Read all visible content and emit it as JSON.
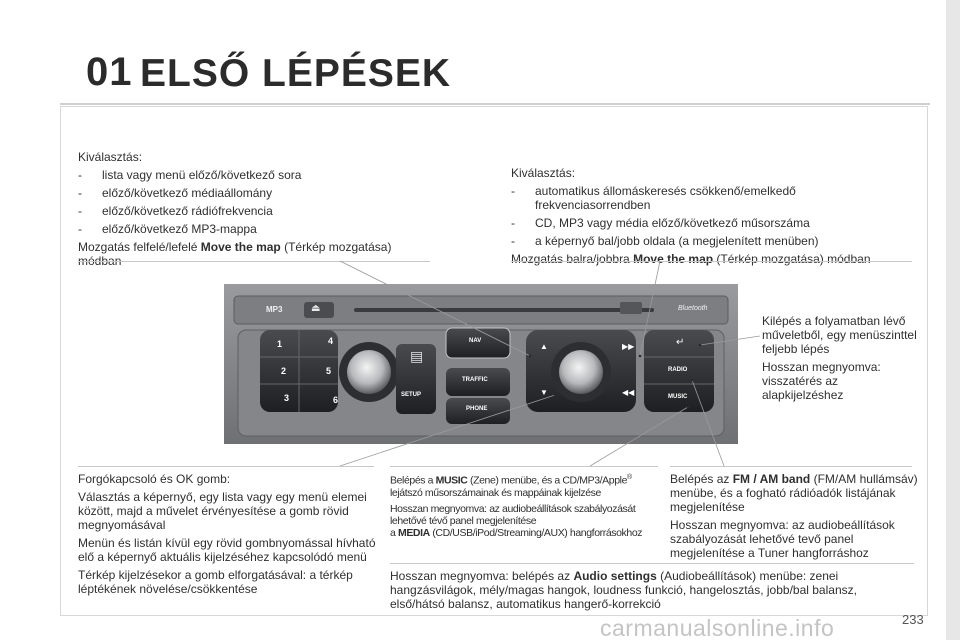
{
  "header": {
    "number": "01",
    "title": "ELSŐ LÉPÉSEK"
  },
  "box_top_left": {
    "intro": "Kiválasztás:",
    "items": [
      "lista vagy menü előző/következő sora",
      "előző/következő médiaállomány",
      "előző/következő rádiófrekvencia",
      "előző/következő MP3-mappa"
    ],
    "move_prefix": "Mozgatás felfelé/lefelé ",
    "move_bold": "Move the map",
    "move_suffix": " (Térkép mozgatása) módban"
  },
  "box_top_right": {
    "intro": "Kiválasztás:",
    "items": [
      "automatikus állomáskeresés csökkenő/emelkedő frekvenciasorrendben",
      "CD, MP3 vagy média előző/következő műsorszáma",
      "a képernyő bal/jobb oldala (a megjelenített menüben)"
    ],
    "move_prefix": "Mozgatás balra/jobbra ",
    "move_bold": "Move the map",
    "move_suffix": " (Térkép mozgatása) módban"
  },
  "box_right": {
    "p1": "Kilépés a folyamatban lévő műveletből, egy menüszinttel feljebb lépés",
    "p2": "Hosszan megnyomva: visszatérés az alapkijelzéshez"
  },
  "box_bottom_left": {
    "p1": "Forgókapcsoló és OK gomb:",
    "p2": "Választás a képernyő, egy lista vagy egy menü elemei között, majd a művelet érvényesítése a gomb rövid megnyomásával",
    "p3": "Menün és listán kívül egy rövid gombnyomással hívható elő a képernyő aktuális kijelzéséhez kapcsolódó menü",
    "p4": "Térkép kijelzésekor a gomb elforgatásával: a térkép léptékének növelése/csökkentése"
  },
  "box_bottom_mid": {
    "l1_prefix": "Belépés a ",
    "l1_bold": "MUSIC",
    "l1_suffix": " (Zene) menübe, és a CD/MP3/Apple",
    "l1_sup": "®",
    "l2": "lejátszó műsorszámainak és mappáinak kijelzése",
    "p2": "Hosszan megnyomva: az audiobeállítások szabályozását lehetővé tévő panel megjelenítése",
    "p2b_prefix": "a ",
    "p2b_bold": "MEDIA",
    "p2b_suffix": " (CD/USB/iPod/Streaming/AUX) hangforrásokhoz"
  },
  "box_bottom_right": {
    "p1_prefix": "Belépés az ",
    "p1_bold": "FM / AM band",
    "p1_suffix": " (FM/AM hullámsáv) menübe, és a fogható rádióadók listájának megjelenítése",
    "p2": "Hosszan megnyomva: az audiobeállítások szabályozását lehetővé tevő panel megjelenítése a Tuner hangforráshoz"
  },
  "box_bottom_wide": {
    "prefix": "Hosszan megnyomva: belépés az ",
    "bold": "Audio settings",
    "suffix": " (Audiobeállítások) menübe: zenei hangzásvilágok, mély/magas hangok, loudness funkció, hangelosztás, jobb/bal balansz, első/hátsó balansz, automatikus hangerő-korrekció"
  },
  "panel": {
    "mp3": "MP3",
    "bluetooth": "Bluetooth",
    "nav": "NAV",
    "traffic": "TRAFFIC",
    "phone": "PHONE",
    "setup": "SETUP",
    "radio": "RADIO",
    "music": "MUSIC",
    "presets": [
      "1",
      "4",
      "2",
      "5",
      "3",
      "6"
    ]
  },
  "footer": {
    "page": "233",
    "watermark": "carmanualsonline.info"
  }
}
